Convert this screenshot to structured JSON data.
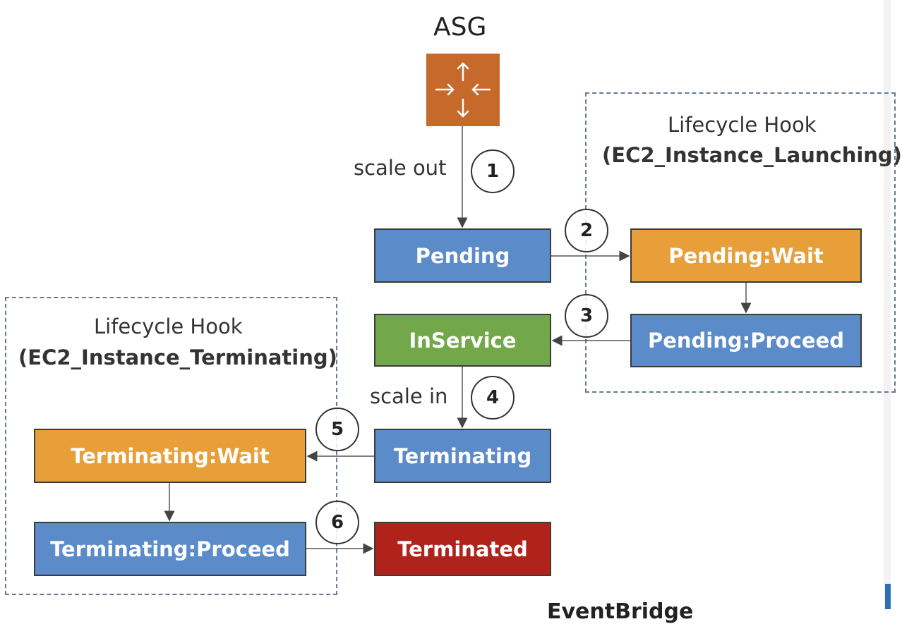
{
  "asg": {
    "title": "ASG",
    "icon": "auto-scaling-arrows-icon",
    "icon_color": "#c8692c"
  },
  "edges": {
    "scale_out": "scale out",
    "scale_in": "scale in"
  },
  "states": {
    "pending": "Pending",
    "pending_wait": "Pending:Wait",
    "pending_proceed": "Pending:Proceed",
    "inservice": "InService",
    "terminating": "Terminating",
    "terminating_wait": "Terminating:Wait",
    "terminating_proceed": "Terminating:Proceed",
    "terminated": "Terminated"
  },
  "steps": [
    "1",
    "2",
    "3",
    "4",
    "5",
    "6"
  ],
  "hooks": {
    "launch": {
      "title": "Lifecycle Hook",
      "subtitle": "(EC2_Instance_Launching)"
    },
    "terminate": {
      "title": "Lifecycle Hook",
      "subtitle": "(EC2_Instance_Terminating)"
    }
  },
  "bottom_cut_text": "EventBridge",
  "colors": {
    "blue": "#5b8bc9",
    "orange": "#e89f3a",
    "green": "#72a84a",
    "red": "#b0231a",
    "dashed_border": "#6a7a90"
  }
}
